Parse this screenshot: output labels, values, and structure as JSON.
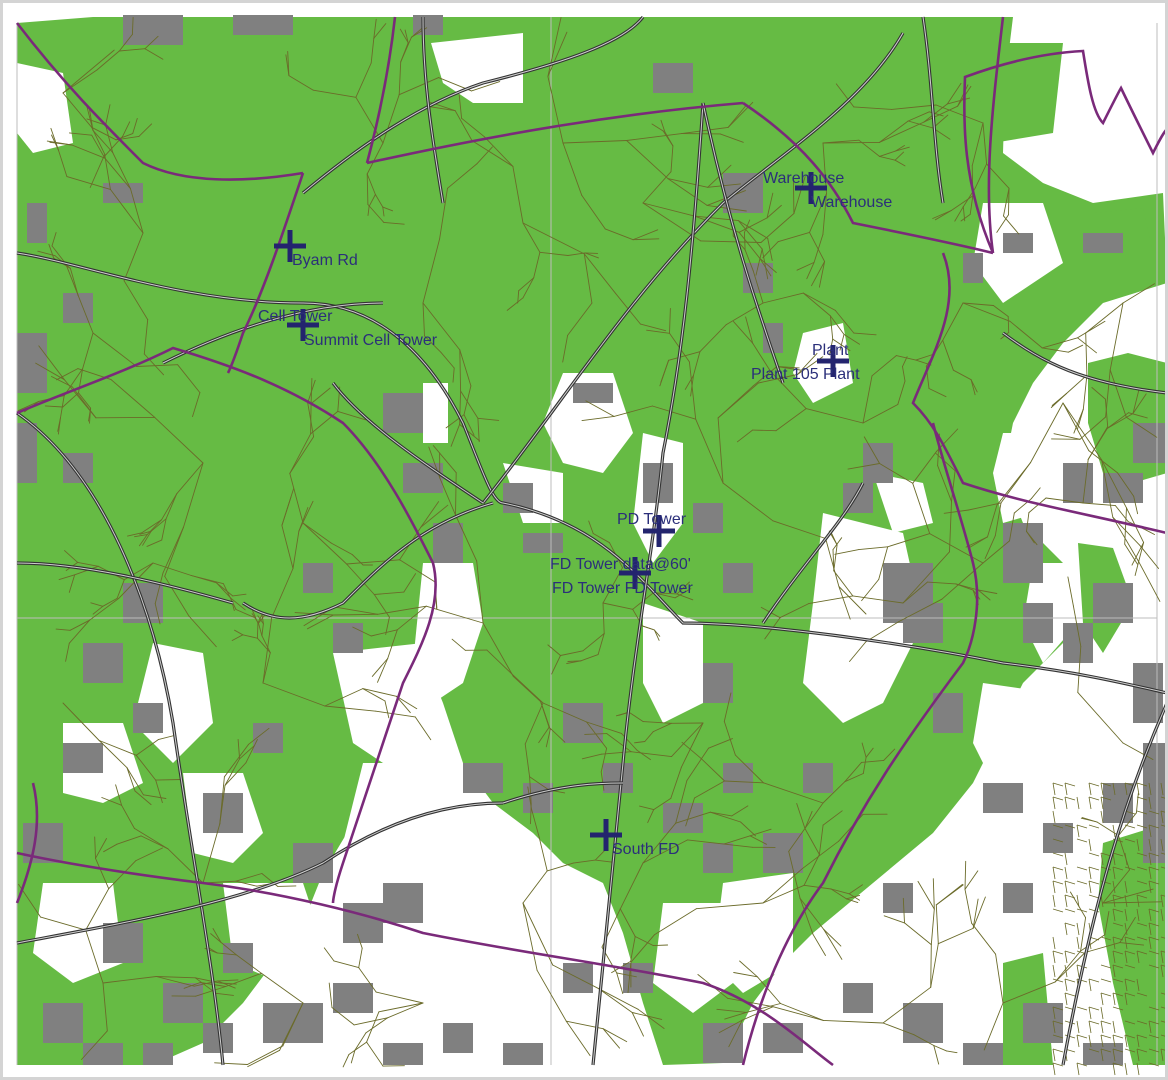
{
  "colors": {
    "coverage": "#66bb44",
    "marginal": "#808080",
    "background": "#ffffff",
    "road_minor": "#6b6b2a",
    "road_major": "#333333",
    "boundary": "#7a2a7a",
    "site_marker": "#23246e",
    "site_label": "#2b2f7a"
  },
  "map": {
    "marker_icon": "cross-marker-icon",
    "sites": [
      {
        "id": "warehouse",
        "labels": [
          "Warehouse",
          "Warehouse"
        ]
      },
      {
        "id": "byam-rd",
        "labels": [
          "Byam Rd"
        ]
      },
      {
        "id": "cell-tower",
        "labels": [
          "Cell Tower",
          "Summit Cell Tower"
        ]
      },
      {
        "id": "plant",
        "labels": [
          "Plant",
          "Plant 105 Plant"
        ]
      },
      {
        "id": "pd-tower",
        "labels": [
          "PD Tower"
        ]
      },
      {
        "id": "fd-tower",
        "labels": [
          "FD Tower data@60'",
          "FD Tower FD Tower"
        ]
      },
      {
        "id": "south-fd",
        "labels": [
          "South FD"
        ]
      }
    ]
  }
}
